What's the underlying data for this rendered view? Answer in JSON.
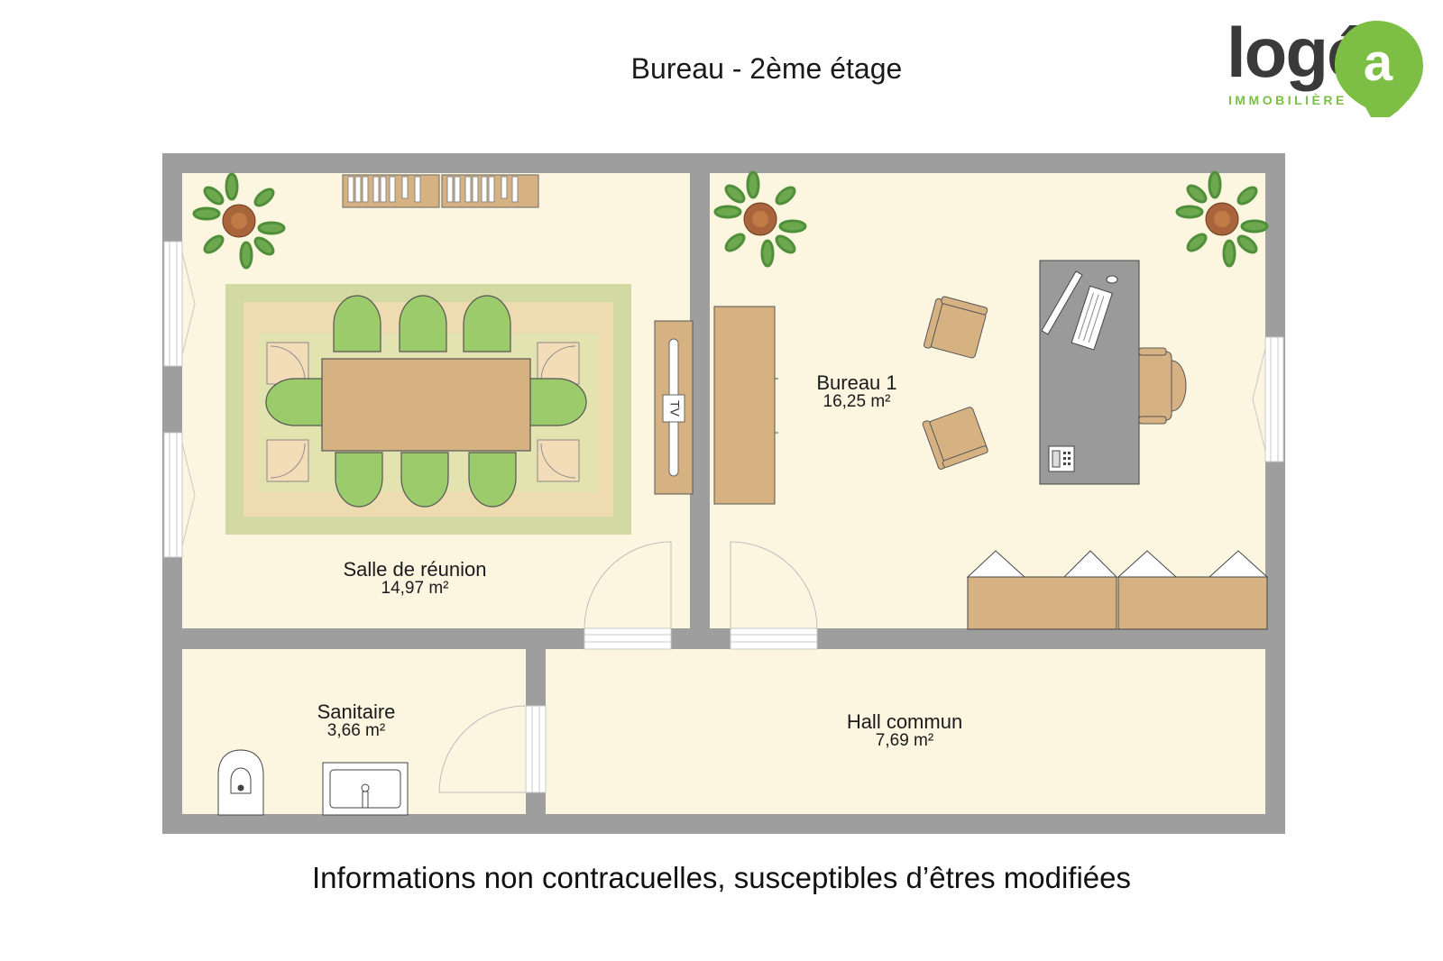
{
  "title": "Bureau - 2ème étage",
  "logo": {
    "word": "logé",
    "mark": "a",
    "tagline": "IMMOBILIÈRE"
  },
  "rooms": [
    {
      "name": "Salle de réunion",
      "area": "14,97 m²"
    },
    {
      "name": "Bureau 1",
      "area": "16,25 m²"
    },
    {
      "name": "Sanitaire",
      "area": "3,66 m²"
    },
    {
      "name": "Hall commun",
      "area": "7,69 m²"
    }
  ],
  "tv_label": "TV",
  "disclaimer": "Informations non contracuelles, susceptibles d’êtres modifiées",
  "colors": {
    "wall": "#9e9e9e",
    "floor": "#fcf6e1",
    "wood": "#d8b27e",
    "chair_green": "#9ccb6b",
    "brand_green": "#7cbf44",
    "desk_grey": "#9a9a9a"
  }
}
